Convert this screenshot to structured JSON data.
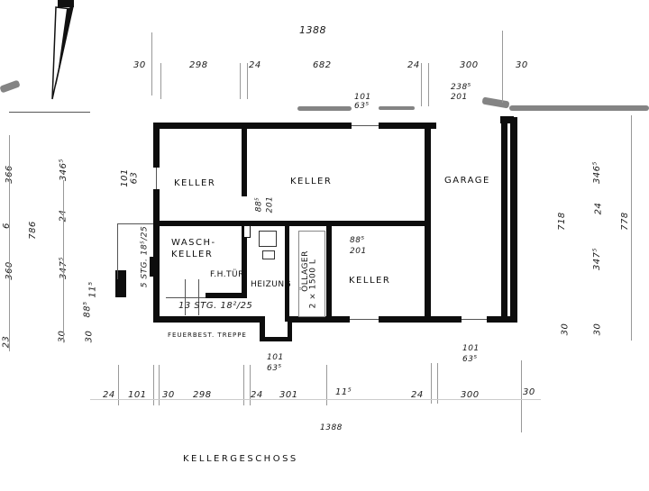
{
  "drawing": {
    "title": "KELLERGESCHOSS",
    "total_width_top": "1388",
    "total_width_bottom": "1388"
  },
  "rooms": {
    "keller_1": "KELLER",
    "keller_2": "KELLER",
    "keller_3": "KELLER",
    "garage": "GARAGE",
    "waschkeller_line1": "WASCH-",
    "waschkeller_line2": "KELLER",
    "heizung": "HEIZUNG",
    "fh_tuer": "F.H.TÜR",
    "oellager_line1": "ÖLLAGER",
    "oellager_line2": "2 × 1500 L",
    "stairs_main": "13 STG. 18²/25",
    "stairs_side": "5 STG. 18⁵/25",
    "fire_stair": "FEUERBEST. TREPPE"
  },
  "dimensions_top": {
    "d1": "30",
    "d2": "298",
    "d3": "24",
    "d4": "682",
    "d5": "24",
    "d6": "300",
    "d7": "30",
    "window_top_a": "101",
    "window_top_b": "63⁵",
    "garage_opening_a": "238⁵",
    "garage_opening_b": "201"
  },
  "dimensions_bottom": {
    "d1": "24",
    "d2": "101",
    "d3": "30",
    "d4": "298",
    "d5": "24",
    "d6": "301",
    "d7": "11⁵",
    "d8": "24",
    "d9": "300",
    "d10": "30",
    "window_bottom_left_a": "101",
    "window_bottom_left_b": "63⁵",
    "window_bottom_right_a": "101",
    "window_bottom_right_b": "63⁵"
  },
  "dimensions_left": {
    "outer_top": "366",
    "outer_mid": "6",
    "outer_bottom": "360",
    "outer_end": "23",
    "total": "786",
    "inner_top": "346⁵",
    "inner_mid": "24",
    "inner_bottom": "347⁵",
    "inner_end": "30",
    "stair_a": "88⁵",
    "stair_b": "11⁵",
    "stair_c": "30",
    "window_left_a": "101",
    "window_left_b": "63"
  },
  "dimensions_right": {
    "total_inner": "718",
    "total_outer": "778",
    "upper": "346⁵",
    "mid": "24",
    "lower": "347⁵",
    "end_a": "30",
    "end_b": "30"
  },
  "doors": {
    "door_1_a": "88⁵",
    "door_1_b": "201",
    "door_2_a": "88⁵",
    "door_2_b": "201"
  },
  "colors": {
    "wall": "#0d0d0d",
    "paper": "#ffffff",
    "ink": "#1a1a1a",
    "smudge": "#6f6f6f"
  }
}
